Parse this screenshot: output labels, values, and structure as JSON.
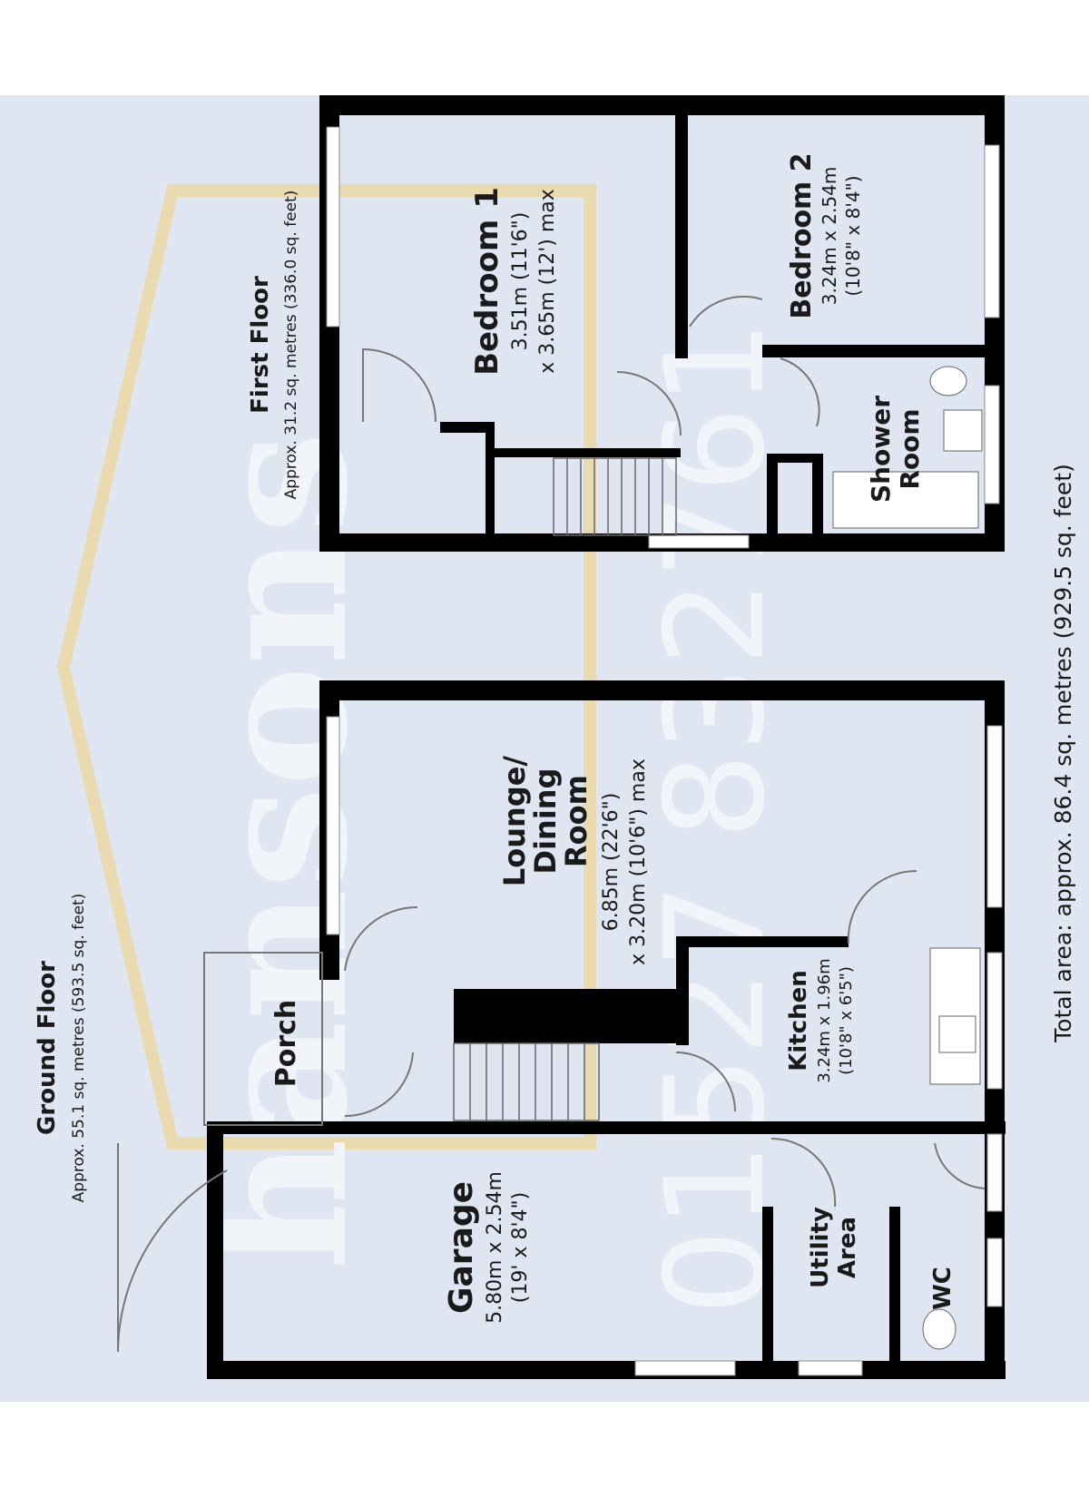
{
  "first_floor": {
    "title": "First Floor",
    "area": "Approx. 31.2 sq. metres (336.0 sq. feet)",
    "rooms": {
      "bedroom1": {
        "name": "Bedroom 1",
        "dim1": "3.51m (11'6\")",
        "dim2": "x 3.65m (12') max"
      },
      "bedroom2": {
        "name": "Bedroom 2",
        "dim1": "3.24m x 2.54m",
        "dim2": "(10'8\" x 8'4\")"
      },
      "shower": {
        "name_line1": "Shower",
        "name_line2": "Room"
      }
    }
  },
  "ground_floor": {
    "title": "Ground Floor",
    "area": "Approx. 55.1 sq. metres (593.5 sq. feet)",
    "rooms": {
      "lounge": {
        "name_line1": "Lounge/",
        "name_line2": "Dining",
        "name_line3": "Room",
        "dim1": "6.85m (22'6\")",
        "dim2": "x 3.20m (10'6\") max"
      },
      "kitchen": {
        "name": "Kitchen",
        "dim1": "3.24m x 1.96m",
        "dim2": "(10'8\" x 6'5\")"
      },
      "porch": {
        "name": "Porch"
      },
      "garage": {
        "name": "Garage",
        "dim1": "5.80m x 2.54m",
        "dim2": "(19' x 8'4\")"
      },
      "utility": {
        "name_line1": "Utility",
        "name_line2": "Area"
      },
      "wc": {
        "name": "WC"
      }
    }
  },
  "total_area": "Total area: approx. 86.4 sq. metres (929.5 sq. feet)",
  "colors": {
    "background": "#dfe6f2",
    "wall": "#000000",
    "watermark_text": "#ffffff",
    "watermark_accent": "#f2cf7a"
  }
}
